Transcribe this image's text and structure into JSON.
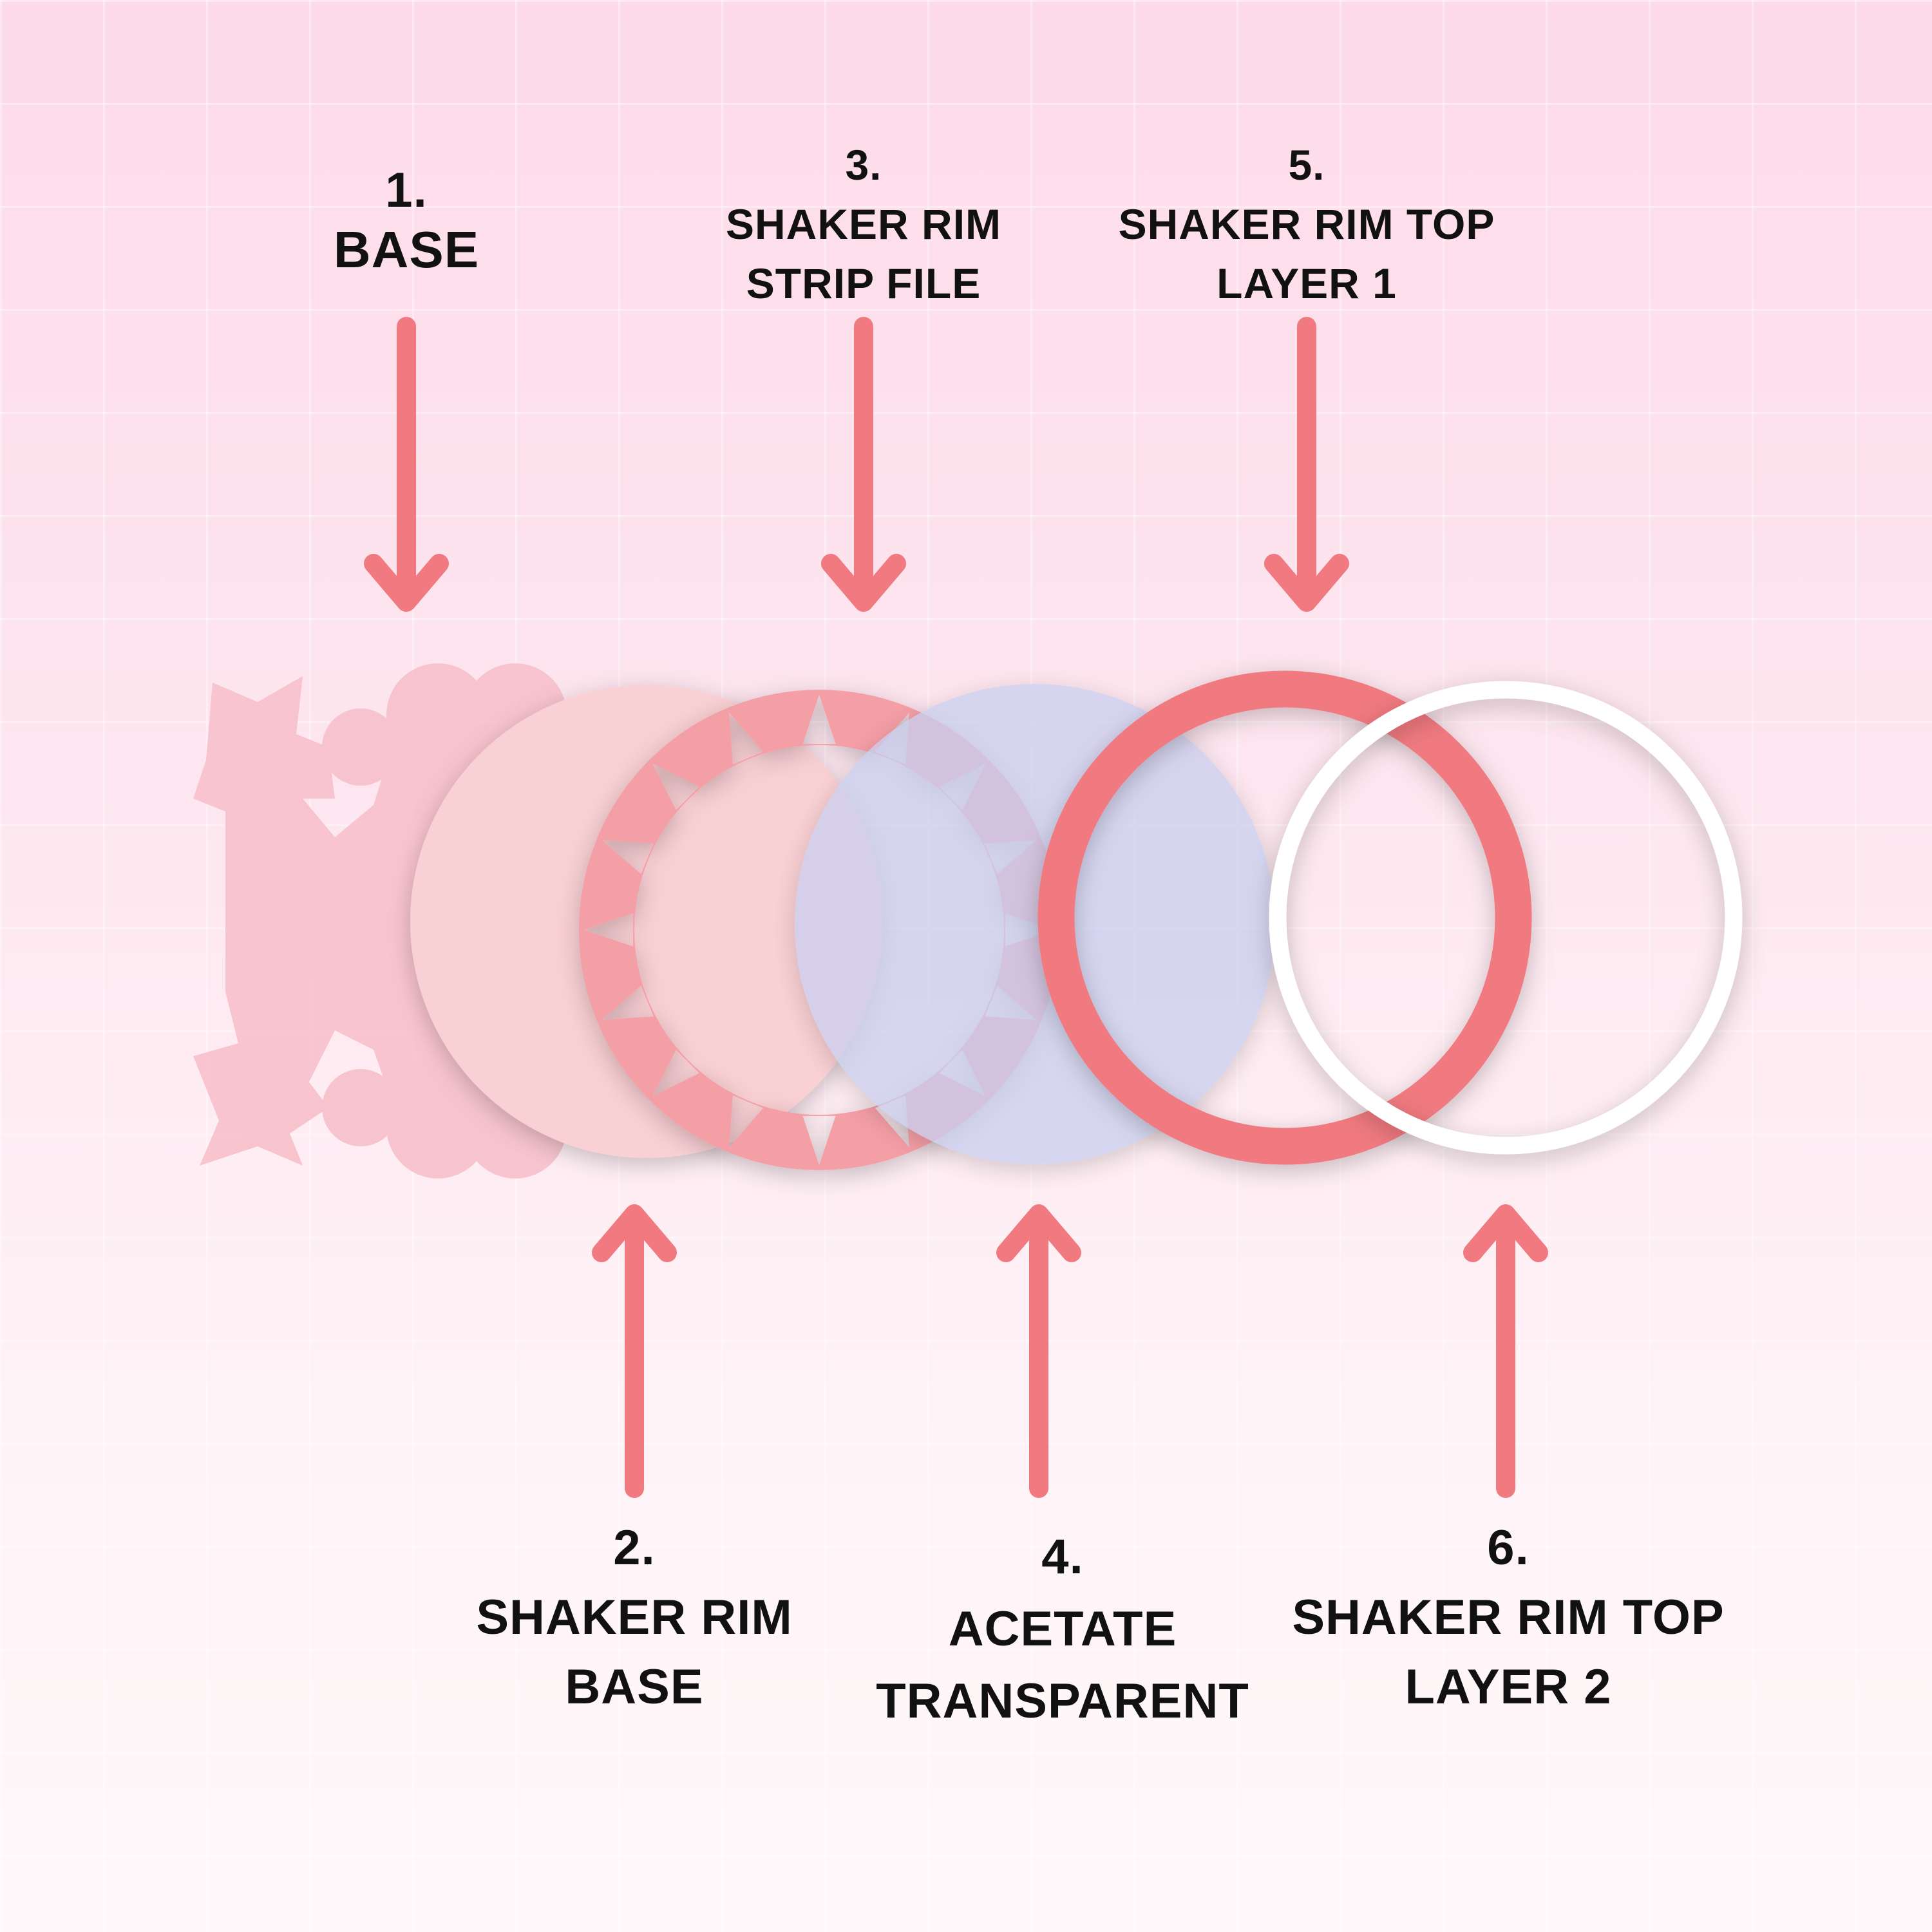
{
  "title": "Shaker layer guide",
  "colors": {
    "arrow": "#f07a80",
    "base": "#f7c0cb",
    "rim_base": "#f9d0d4",
    "strip": "#f49ea6",
    "acetate": "#cdd3ef",
    "rim_top_1": "#f07a80",
    "rim_top_2": "#ffffff"
  },
  "layers": [
    {
      "number": "1.",
      "lines": [
        "BASE"
      ]
    },
    {
      "number": "2.",
      "lines": [
        "SHAKER RIM",
        "BASE"
      ]
    },
    {
      "number": "3.",
      "lines": [
        "SHAKER RIM",
        "STRIP FILE"
      ]
    },
    {
      "number": "4.",
      "lines": [
        "ACETATE",
        "TRANSPARENT"
      ]
    },
    {
      "number": "5.",
      "lines": [
        "SHAKER RIM TOP",
        "LAYER 1"
      ]
    },
    {
      "number": "6.",
      "lines": [
        "SHAKER RIM TOP",
        "LAYER 2"
      ]
    }
  ]
}
